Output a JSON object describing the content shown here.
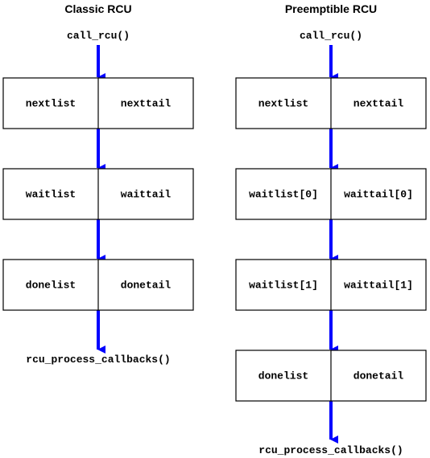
{
  "colors": {
    "arrow": "#0000ff",
    "box_border": "#000000",
    "text": "#000000"
  },
  "classic": {
    "title": "Classic RCU",
    "entry": "call_rcu()",
    "exit": "rcu_process_callbacks()",
    "boxes": [
      {
        "left": "nextlist",
        "right": "nexttail"
      },
      {
        "left": "waitlist",
        "right": "waittail"
      },
      {
        "left": "donelist",
        "right": "donetail"
      }
    ]
  },
  "preemptible": {
    "title": "Preemptible RCU",
    "entry": "call_rcu()",
    "exit": "rcu_process_callbacks()",
    "boxes": [
      {
        "left": "nextlist",
        "right": "nexttail"
      },
      {
        "left": "waitlist[0]",
        "right": "waittail[0]"
      },
      {
        "left": "waitlist[1]",
        "right": "waittail[1]"
      },
      {
        "left": "donelist",
        "right": "donetail"
      }
    ]
  }
}
